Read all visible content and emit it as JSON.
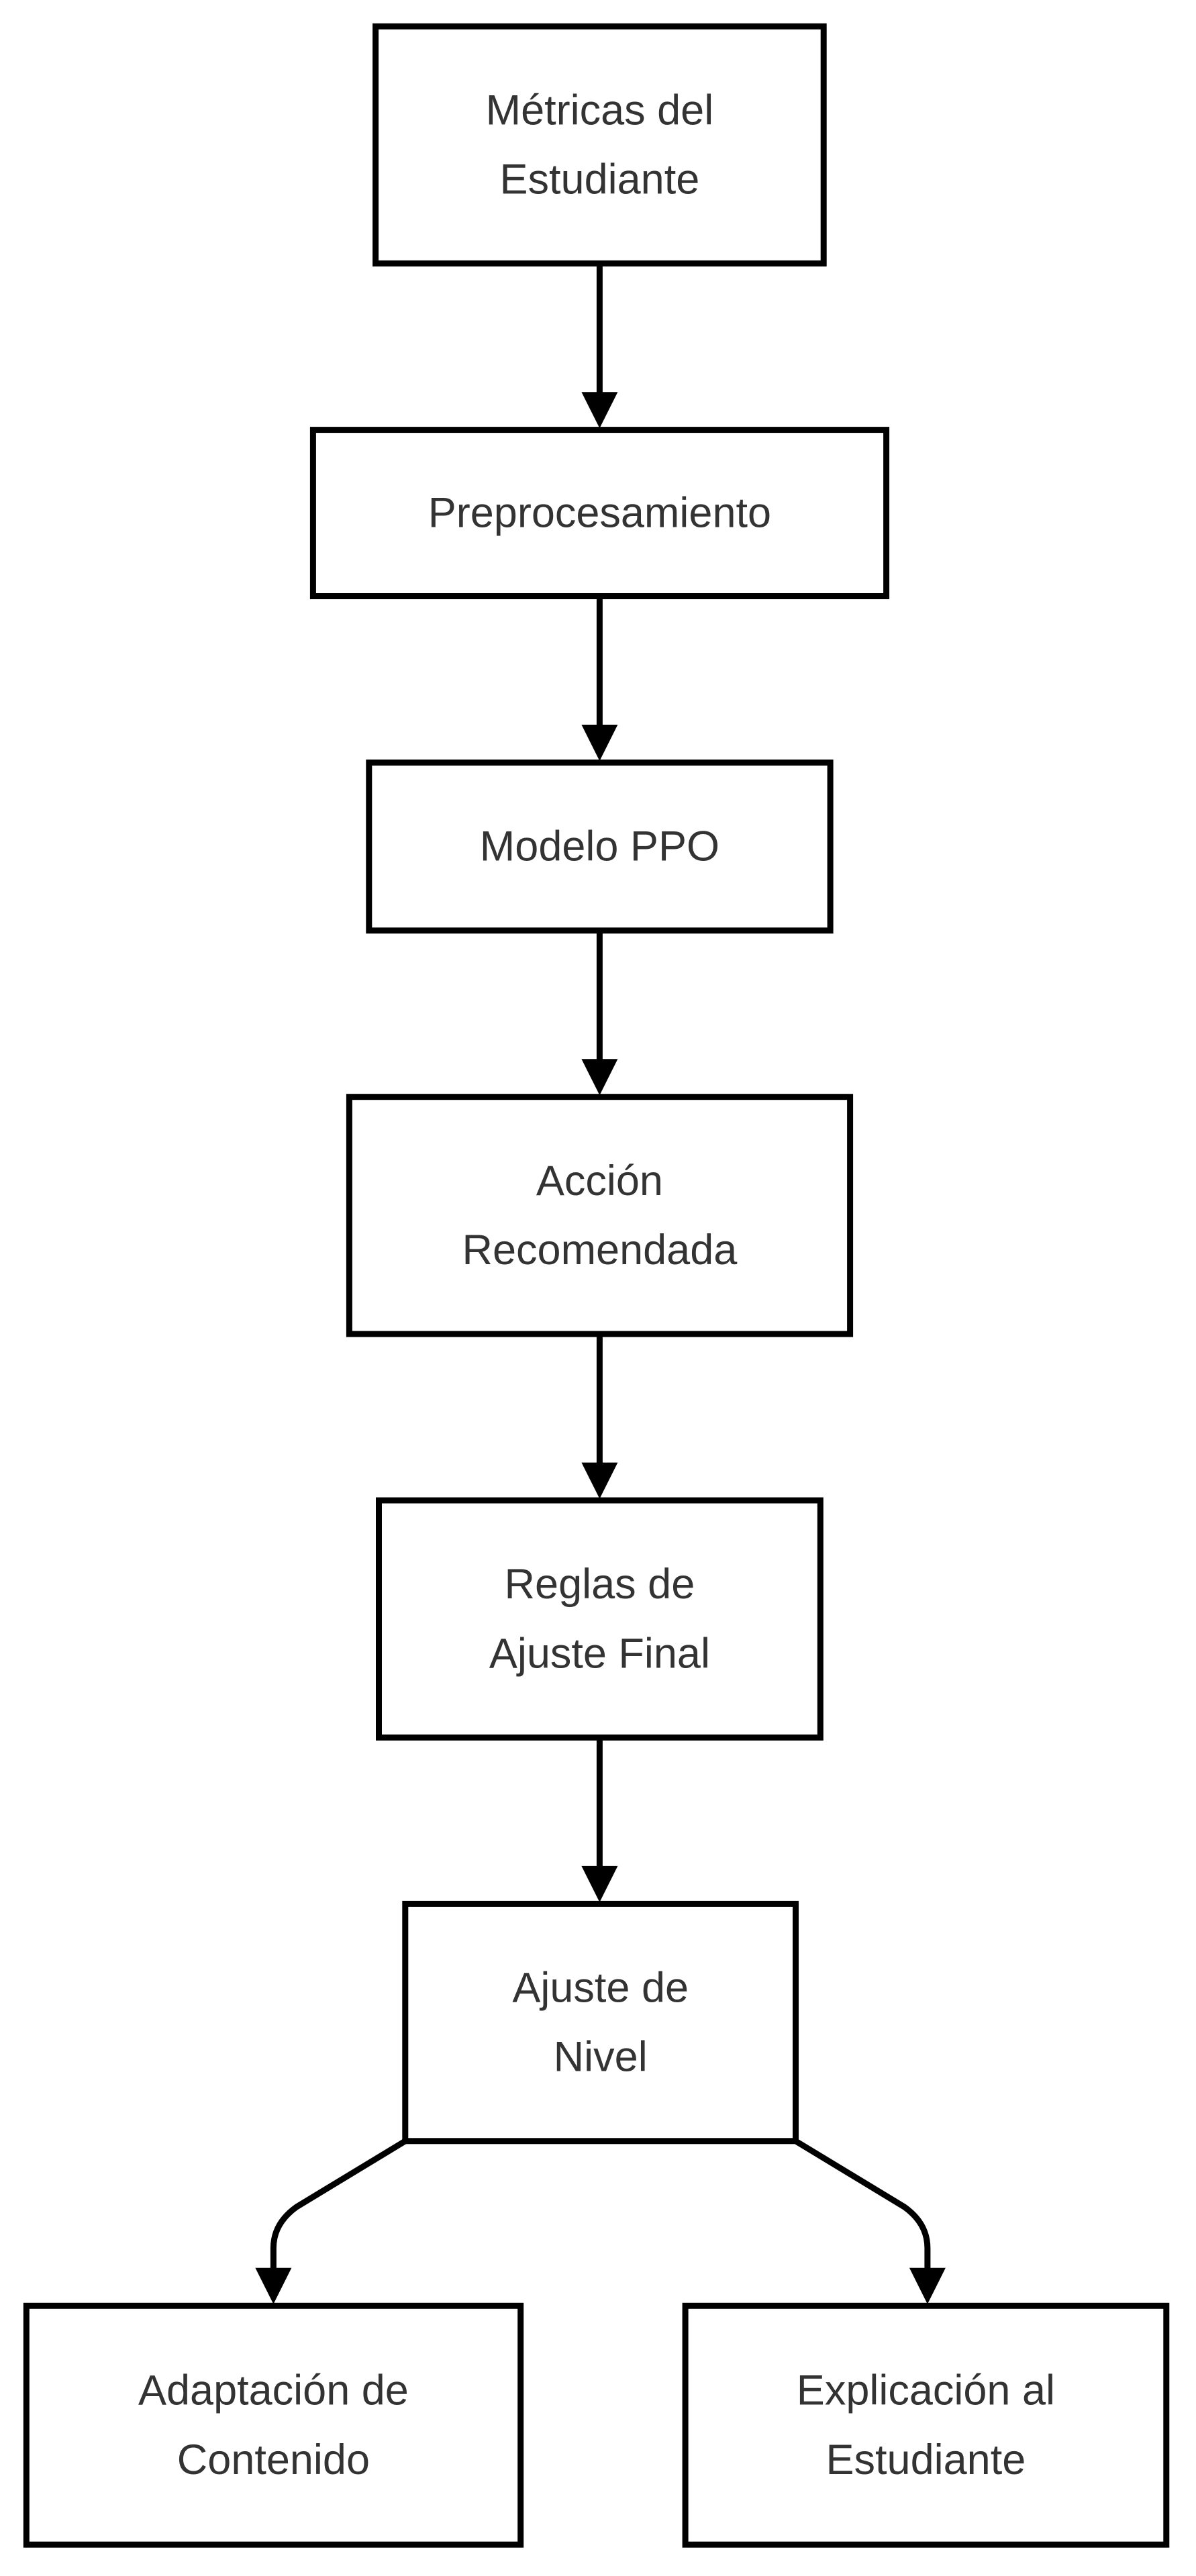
{
  "nodes": [
    {
      "id": "metricas",
      "lines": [
        "Métricas del",
        "Estudiante"
      ]
    },
    {
      "id": "preprocesamiento",
      "lines": [
        "Preprocesamiento"
      ]
    },
    {
      "id": "modelo-ppo",
      "lines": [
        "Modelo PPO"
      ]
    },
    {
      "id": "accion",
      "lines": [
        "Acción",
        "Recomendada"
      ]
    },
    {
      "id": "reglas",
      "lines": [
        "Reglas de",
        "Ajuste Final"
      ]
    },
    {
      "id": "ajuste-nivel",
      "lines": [
        "Ajuste de",
        "Nivel"
      ]
    },
    {
      "id": "adaptacion",
      "lines": [
        "Adaptación de",
        "Contenido"
      ]
    },
    {
      "id": "explicacion",
      "lines": [
        "Explicación al",
        "Estudiante"
      ]
    }
  ],
  "edges": [
    {
      "from": "metricas",
      "to": "preprocesamiento"
    },
    {
      "from": "preprocesamiento",
      "to": "modelo-ppo"
    },
    {
      "from": "modelo-ppo",
      "to": "accion"
    },
    {
      "from": "accion",
      "to": "reglas"
    },
    {
      "from": "reglas",
      "to": "ajuste-nivel"
    },
    {
      "from": "ajuste-nivel",
      "to": "adaptacion"
    },
    {
      "from": "ajuste-nivel",
      "to": "explicacion"
    }
  ],
  "colors": {
    "stroke": "#000000",
    "text": "#333333",
    "background": "#ffffff"
  }
}
